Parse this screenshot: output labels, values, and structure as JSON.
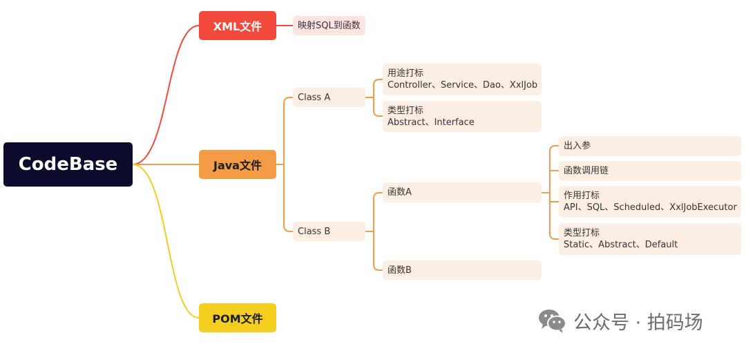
{
  "root": {
    "label": "CodeBase"
  },
  "xml": {
    "label": "XML文件",
    "child": "映射SQL到函数"
  },
  "java": {
    "label": "Java文件",
    "class_a": {
      "label": "Class A",
      "usage": {
        "title": "用途打标",
        "detail": "Controller、Service、Dao、XxlJob"
      },
      "type": {
        "title": "类型打标",
        "detail": "Abstract、Interface"
      }
    },
    "class_b": {
      "label": "Class B",
      "func_a": {
        "label": "函数A",
        "io": "出入参",
        "call_chain": "函数调用链",
        "role_tag": {
          "title": "作用打标",
          "detail": "API、SQL、Scheduled、XxlJobExecutor"
        },
        "type_tag": {
          "title": "类型打标",
          "detail": "Static、Abstract、Default"
        }
      },
      "func_b": "函数B"
    }
  },
  "pom": {
    "label": "POM文件"
  },
  "watermark": {
    "text": "公众号 · 拍码场",
    "icon": "wechat-icon"
  },
  "colors": {
    "root": "#0b0b2b",
    "xml_branch": "#f14a3d",
    "java_branch": "#f49b46",
    "pom_branch": "#f3ce1f",
    "leaf_fill": "#fdeee3",
    "xml_leaf_fill": "#fde3e1"
  }
}
